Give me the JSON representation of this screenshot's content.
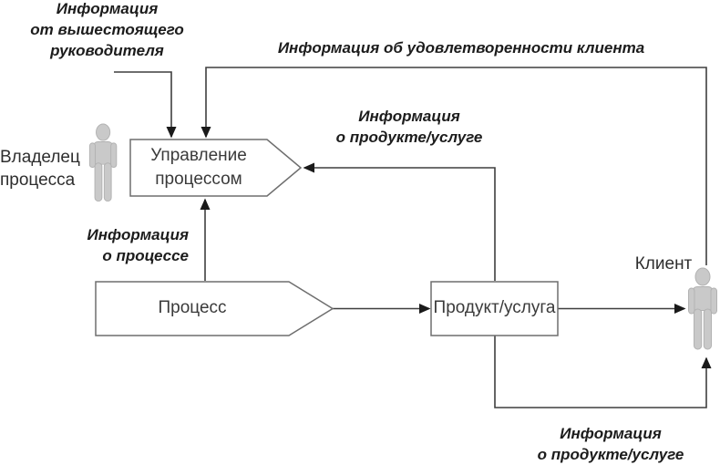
{
  "colors": {
    "line": "#3f3f3f",
    "arrow": "#1a1a1a",
    "shape_border": "#6e6e6e",
    "shape_fill": "#ffffff",
    "person_fill": "#c9c9c9",
    "person_stroke": "#b2b2b2"
  },
  "actors": {
    "owner": {
      "label": "Владелец\nпроцесса"
    },
    "client": {
      "label": "Клиент"
    }
  },
  "nodes": {
    "management": {
      "label": "Управление\nпроцессом"
    },
    "process": {
      "label": "Процесс"
    },
    "product": {
      "label": "Продукт/услуга"
    }
  },
  "flows": {
    "from_manager": {
      "label": "Информация\nот вышестоящего\nруководителя"
    },
    "client_satisfaction": {
      "label": "Информация об удовлетворенности клиента"
    },
    "product_info": {
      "label": "Информация\nо продукте/услуге"
    },
    "process_info": {
      "label": "Информация\nо процессе"
    },
    "product_info_to_client": {
      "label": "Информация\nо продукте/услуге"
    }
  }
}
